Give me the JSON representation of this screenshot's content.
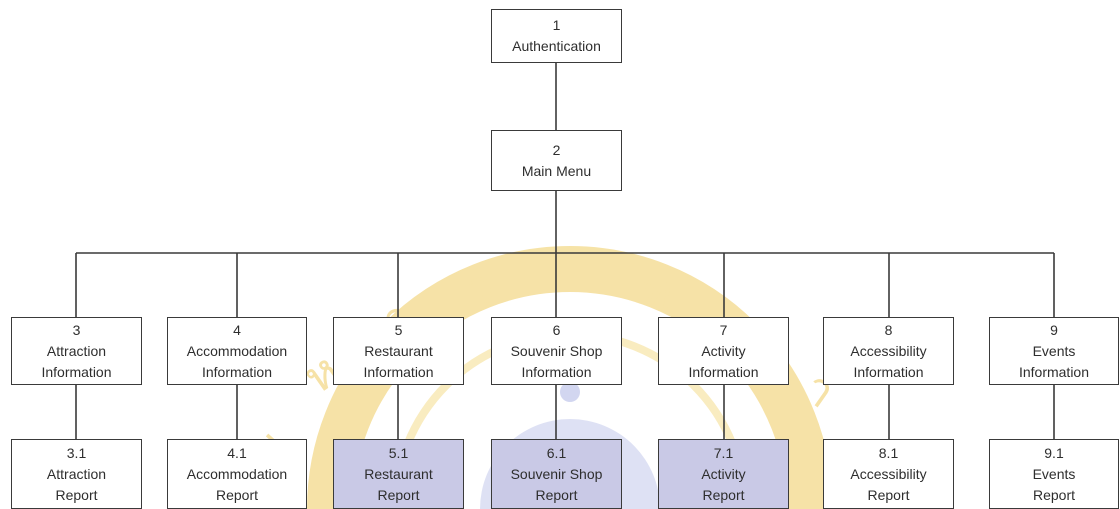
{
  "diagram": {
    "root": {
      "number": "1",
      "line1": "Authentication",
      "line2": ""
    },
    "menu": {
      "number": "2",
      "line1": "Main Menu",
      "line2": ""
    },
    "modules": [
      {
        "number": "3",
        "line1": "Attraction",
        "line2": "Information",
        "report": {
          "number": "3.1",
          "line1": "Attraction",
          "line2": "Report",
          "highlighted": false
        }
      },
      {
        "number": "4",
        "line1": "Accommodation",
        "line2": "Information",
        "report": {
          "number": "4.1",
          "line1": "Accommodation",
          "line2": "Report",
          "highlighted": false
        }
      },
      {
        "number": "5",
        "line1": "Restaurant",
        "line2": "Information",
        "report": {
          "number": "5.1",
          "line1": "Restaurant",
          "line2": "Report",
          "highlighted": true
        }
      },
      {
        "number": "6",
        "line1": "Souvenir Shop",
        "line2": "Information",
        "report": {
          "number": "6.1",
          "line1": "Souvenir Shop",
          "line2": "Report",
          "highlighted": true
        }
      },
      {
        "number": "7",
        "line1": "Activity",
        "line2": "Information",
        "report": {
          "number": "7.1",
          "line1": "Activity",
          "line2": "Report",
          "highlighted": true
        }
      },
      {
        "number": "8",
        "line1": "Accessibility",
        "line2": "Information",
        "report": {
          "number": "8.1",
          "line1": "Accessibility",
          "line2": "Report",
          "highlighted": false
        }
      },
      {
        "number": "9",
        "line1": "Events",
        "line2": "Information",
        "report": {
          "number": "9.1",
          "line1": "Events",
          "line2": "Report",
          "highlighted": false
        }
      }
    ]
  },
  "colors": {
    "line": "#3a3a3a",
    "box_border": "#3a3a3a",
    "box_fill": "#ffffff",
    "highlight_fill": "#c9c9e6",
    "watermark_gold": "#f3d98a",
    "watermark_blue": "#b8c0e8"
  },
  "watermark": {
    "kind": "university-seal"
  }
}
